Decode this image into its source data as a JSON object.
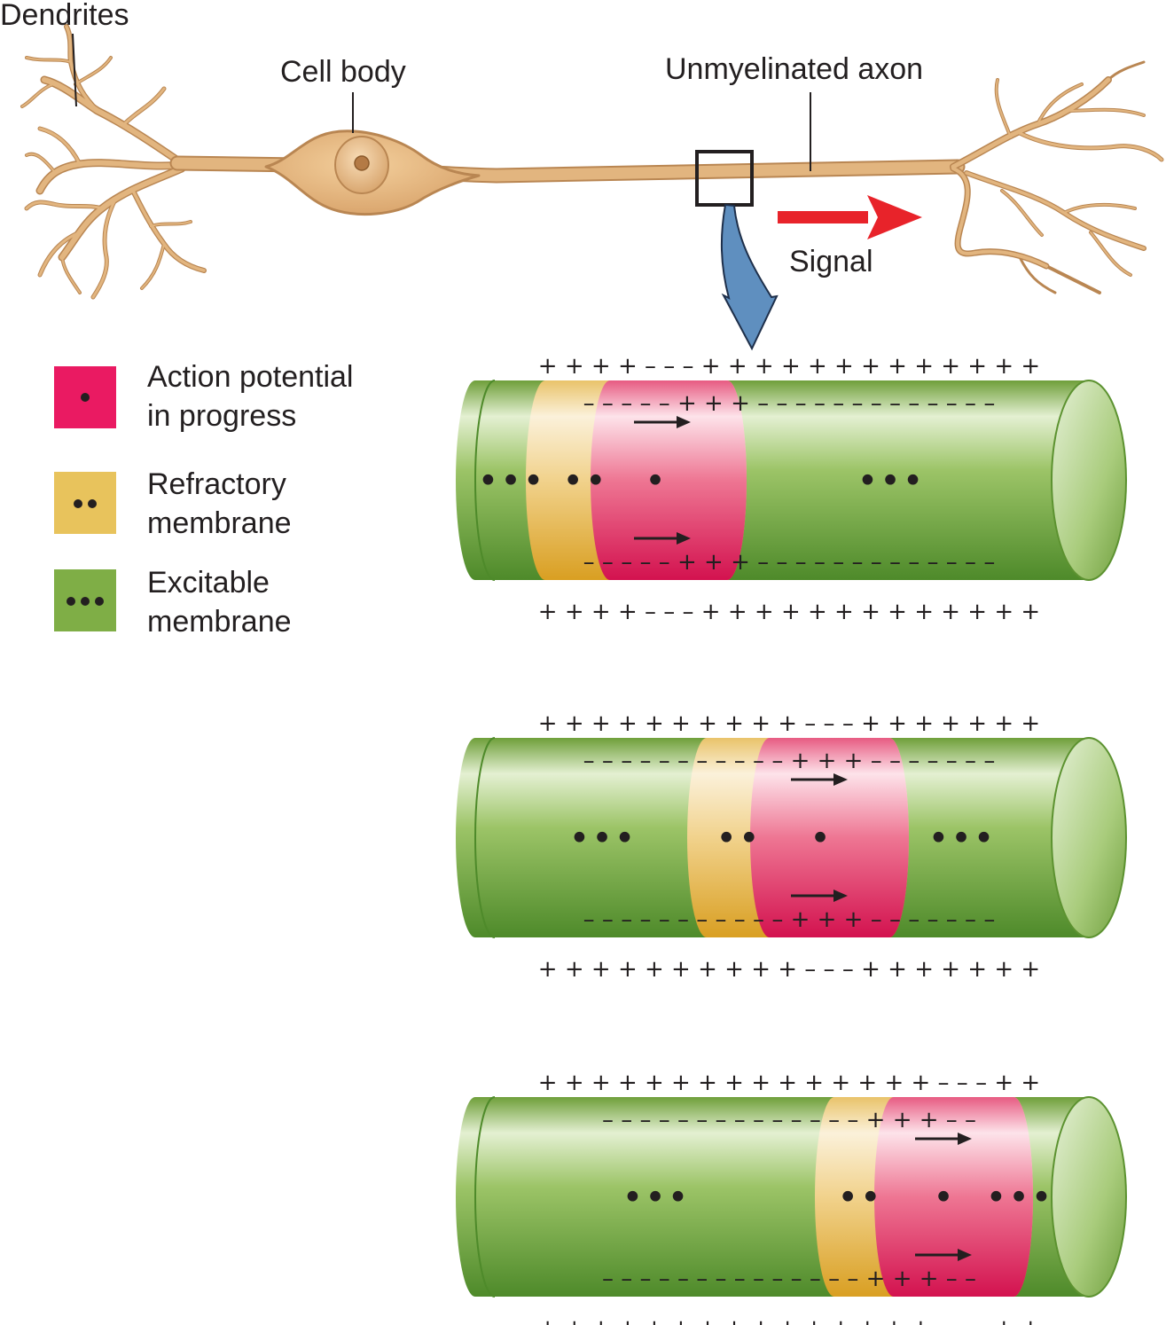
{
  "labels": {
    "dendrites": "Dendrites",
    "cell_body": "Cell body",
    "axon": "Unmyelinated axon",
    "signal": "Signal"
  },
  "legend": [
    {
      "line1": "Action potential",
      "line2": "in progress",
      "color": "#ea1a62",
      "dots": 1
    },
    {
      "line1": "Refractory",
      "line2": "membrane",
      "color": "#e8c35c",
      "dots": 2
    },
    {
      "line1": "Excitable",
      "line2": "membrane",
      "color": "#7fae46",
      "dots": 3
    }
  ],
  "colors": {
    "neuron": "#e2b57f",
    "neuron_outline": "#b98652",
    "signal_arrow": "#e8232a",
    "zoom_arrow": "#5f8fbf",
    "excitable": "#7fae46",
    "refractory": "#efcf82",
    "action": "#ea4a72",
    "text": "#231f20"
  },
  "cylinders": [
    {
      "outer_top": "+ + + +  – – – + + + + + + + + + + + + +",
      "inner_top": "– – – – – + + + – – – – – – – – – – – – –",
      "inner_bottom": "– – – – – + + + – – – – – – – – – – – – –",
      "outer_bottom": "+ + + +  – – – + + + + + + + + + + + + +",
      "dots_left": "•••",
      "dots_refractory": "••",
      "dots_action": "•",
      "dots_right": "•••"
    },
    {
      "outer_top": "+ + + + + + + + + +  – – – + + + + + + +",
      "inner_top": "– – – – – – – – – – – + + + – – – – – – –",
      "inner_bottom": "– – – – – – – – – – – + + + – – – – – – –",
      "outer_bottom": "+ + + + + + + + + +  – – – + + + + + + +",
      "dots_left": "•••",
      "dots_refractory": "••",
      "dots_action": "•",
      "dots_right": "•••"
    },
    {
      "outer_top": "+ + + + + + + + + + + + + + +  – – – + +",
      "inner_top": "– – – – – – – – – – – – – – + + + – –",
      "inner_bottom": "– – – – – – – – – – – – – – + + + – –",
      "outer_bottom": "+ + + + + + + + + + + + + + +  – – – + +",
      "dots_left": "•••",
      "dots_refractory": "••",
      "dots_action": "•",
      "dots_right": "•••"
    }
  ]
}
